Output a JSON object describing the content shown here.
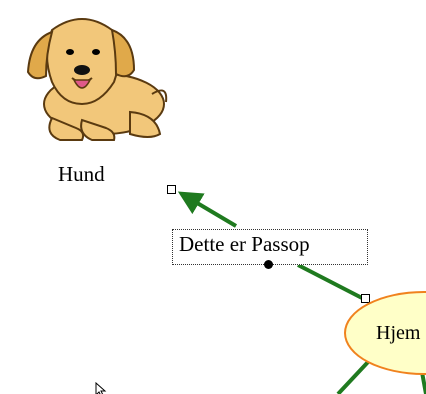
{
  "concept_map": {
    "image_node": {
      "label": "Hund",
      "image_icon": "dog-icon"
    },
    "link_label": "Dette er Passop",
    "concept_node": {
      "label": "Hjem"
    },
    "cursor_icon": "arrow-pointer-icon"
  },
  "colors": {
    "connector": "#1f7a1f",
    "concept_fill": "#ffffc8",
    "concept_border": "#f0821e",
    "dog_fur": "#f2c77a"
  }
}
